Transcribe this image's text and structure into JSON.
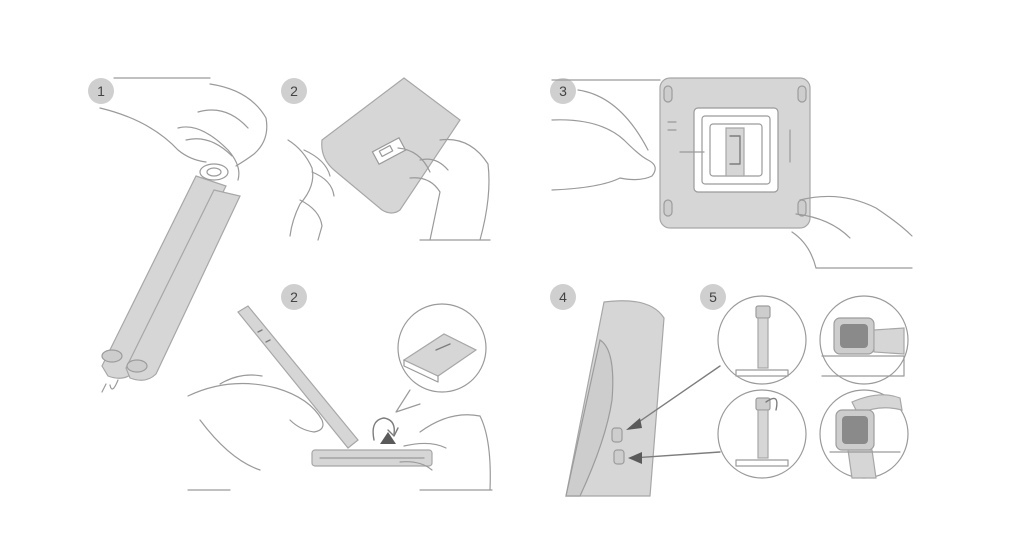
{
  "steps": {
    "s1": "1",
    "s2a": "2",
    "s2b": "2",
    "s3": "3",
    "s4": "4",
    "s5": "5"
  },
  "icons": {
    "rotate": "rotate-arrow-icon"
  }
}
